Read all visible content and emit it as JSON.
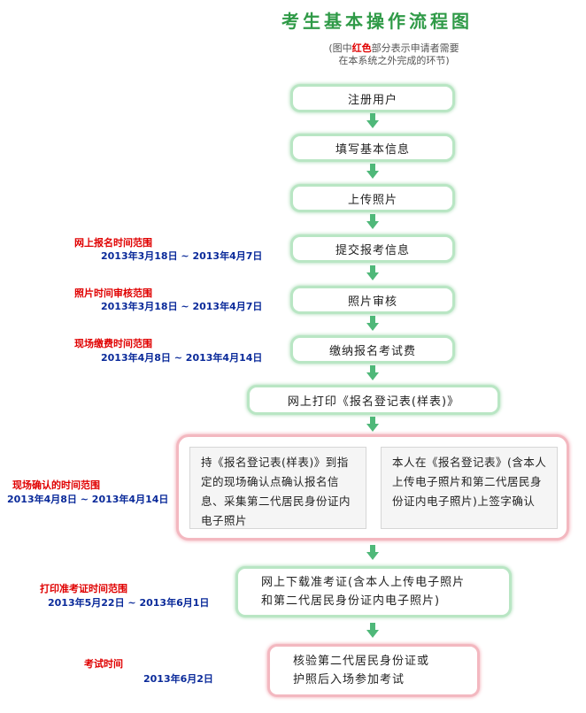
{
  "title": "考生基本操作流程图",
  "note": {
    "prefix": "(图中",
    "red": "红色",
    "suffix": "部分表示申请者需要",
    "line2": "在本系统之外完成的环节)"
  },
  "steps": [
    "注册用户",
    "填写基本信息",
    "上传照片",
    "提交报考信息",
    "照片审核",
    "缴纳报名考试费",
    "网上打印《报名登记表(样表)》"
  ],
  "confirm": {
    "left_text": "持《报名登记表(样表)》到指定的现场确认点确认报名信息、采集第二代居民身份证内电子照片",
    "right_text": "本人在《报名登记表》(含本人上传电子照片和第二代居民身份证内电子照片)上签字确认"
  },
  "download_step": {
    "line1": "网上下载准考证(含本人上传电子照片",
    "line2": "和第二代居民身份证内电子照片)"
  },
  "exam_step": {
    "line1": "核验第二代居民身份证或",
    "line2": "护照后入场参加考试"
  },
  "schedule": [
    {
      "label": "网上报名时间范围",
      "date": "2013年3月18日 ~ 2013年4月7日"
    },
    {
      "label": "照片时间审核范围",
      "date": "2013年3月18日 ~ 2013年4月7日"
    },
    {
      "label": "现场缴费时间范围",
      "date": "2013年4月8日 ~ 2013年4月14日"
    },
    {
      "label": "现场确认的时间范围",
      "date": "2013年4月8日 ~ 2013年4月14日"
    },
    {
      "label": "打印准考证时间范围",
      "date": "2013年5月22日 ~ 2013年6月1日"
    },
    {
      "label": "考试时间",
      "date": "2013年6月2日"
    }
  ],
  "colors": {
    "green_border": "#b9e6c4",
    "red_border": "#f3b8c0",
    "title": "#2f9a47",
    "label_red": "#e00000",
    "date_blue": "#0a2a9a",
    "arrow_green": "#4fb879"
  },
  "icons": {
    "arrow": "down-arrow-icon"
  }
}
